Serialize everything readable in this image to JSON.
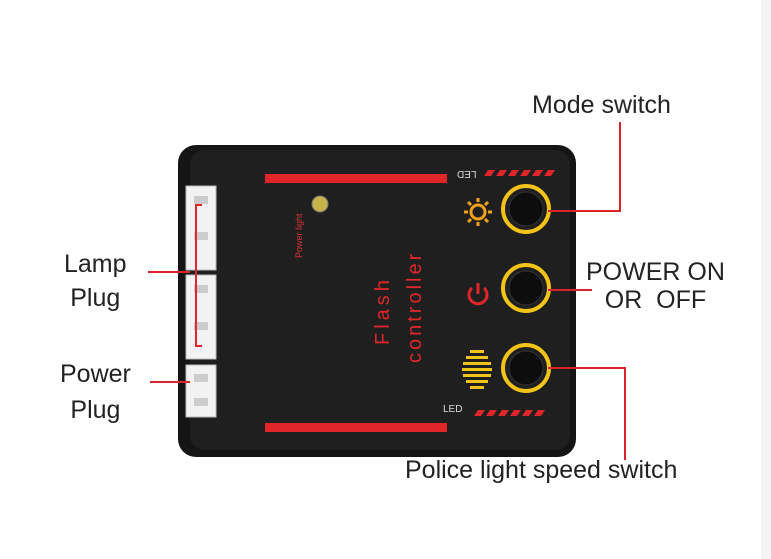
{
  "labels": {
    "mode_switch": "Mode switch",
    "power_on_off": "POWER ON\nOR  OFF",
    "lamp_plug": "Lamp\nPlug",
    "power_plug": "Power\nPlug",
    "police_speed": "Police light speed switch"
  },
  "device": {
    "title_line1": "Flash",
    "title_line2": "controller",
    "power_light": "Power light",
    "led_top": "LED",
    "led_bottom": "LED"
  },
  "colors": {
    "body": "#1b1b1b",
    "accent_red": "#e0262b",
    "ring_yellow": "#f2c318",
    "callout_line": "#d9252a"
  },
  "icons": [
    "sun-icon",
    "power-icon",
    "striped-lozenge-icon"
  ]
}
